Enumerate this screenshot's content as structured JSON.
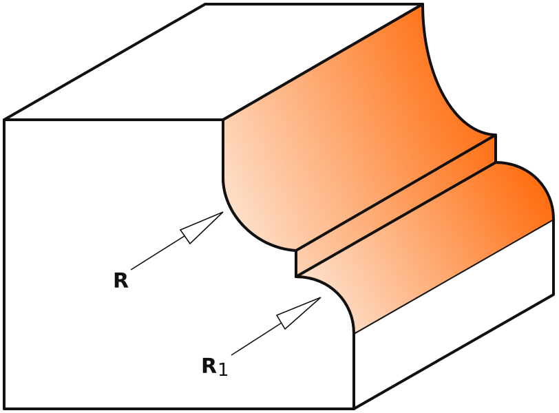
{
  "labels": {
    "radius": "R",
    "radius1_main": "R",
    "radius1_sub": "1"
  },
  "colors": {
    "profile_gradient_light": "#fde3d0",
    "profile_gradient_dark": "#ff6a0a",
    "outline": "#111111",
    "block_fill": "#ffffff"
  }
}
